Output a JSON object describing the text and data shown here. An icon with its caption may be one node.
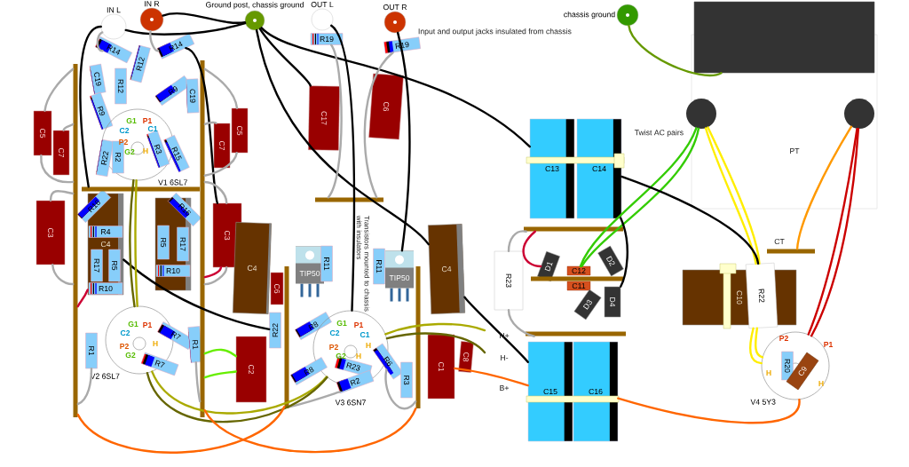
{
  "diagram": {
    "nodes": [
      {
        "text": [
          "IN L"
        ]
      },
      {
        "text": [
          "IN R"
        ]
      },
      {
        "text": [
          "Ground post, chassis ground"
        ]
      },
      {
        "text": [
          "OUT L"
        ]
      },
      {
        "text": [
          "OUT R"
        ]
      },
      {
        "text": [
          "chassis ground"
        ]
      },
      {
        "text": [],
        "shape": "box"
      },
      {
        "text": [],
        "shape": "circle"
      },
      {
        "text": [],
        "shape": "circle"
      },
      {
        "text": [
          "R14"
        ]
      },
      {
        "text": [
          "R14"
        ]
      },
      {
        "text": [
          "R19"
        ]
      },
      {
        "text": [
          "R19"
        ]
      },
      {
        "text": [
          "R12"
        ]
      },
      {
        "text": [
          "R12"
        ]
      },
      {
        "text": [
          "C19"
        ]
      },
      {
        "text": [
          "R9"
        ]
      },
      {
        "text": [
          "R9"
        ]
      },
      {
        "text": [
          "C19"
        ]
      },
      {
        "text": [
          "C5"
        ]
      },
      {
        "text": [
          "C7"
        ]
      },
      {
        "text": [
          "C7"
        ]
      },
      {
        "text": [
          "C5"
        ]
      },
      {
        "text": [
          "C17"
        ]
      },
      {
        "text": [
          "C6"
        ]
      },
      {
        "text": [
          "V1 6SL7"
        ]
      },
      {
        "text": [
          "R3"
        ],
        "in": 25
      },
      {
        "text": [
          "R15"
        ]
      },
      {
        "text": [
          "R22"
        ]
      },
      {
        "text": [
          "R2"
        ],
        "in": 25
      },
      {
        "text": [
          "C13"
        ]
      },
      {
        "text": [
          "C14"
        ]
      },
      {
        "text": [
          "C3"
        ]
      },
      {
        "text": [
          "C4"
        ]
      },
      {
        "text": [],
        "shape": "box"
      },
      {
        "text": [
          "R16"
        ]
      },
      {
        "text": [
          "R16"
        ]
      },
      {
        "text": [
          "R4"
        ],
        "in": 33
      },
      {
        "text": [
          "C3"
        ]
      },
      {
        "text": [
          "C4"
        ]
      },
      {
        "text": [
          "R17"
        ],
        "in": 33
      },
      {
        "text": [
          "R10"
        ],
        "in": 33
      },
      {
        "text": [
          "R5"
        ],
        "in": 33
      },
      {
        "text": [
          "R5"
        ],
        "in": 34
      },
      {
        "text": [
          "R10"
        ],
        "in": 34
      },
      {
        "text": [
          "R17"
        ],
        "in": 34
      },
      {
        "text": [
          "C6"
        ]
      },
      {
        "text": [
          "TIP50"
        ]
      },
      {
        "text": [
          "R11"
        ]
      },
      {
        "text": [
          "R11"
        ]
      },
      {
        "text": [
          "TIP50"
        ]
      },
      {
        "text": [
          "C4"
        ]
      },
      {
        "text": [
          "R23"
        ]
      },
      {
        "text": [
          "D1"
        ]
      },
      {
        "text": [
          "D2"
        ]
      },
      {
        "text": [
          "C12"
        ]
      },
      {
        "text": [
          "C11"
        ]
      },
      {
        "text": [
          "D3"
        ]
      },
      {
        "text": [
          "D4"
        ]
      },
      {
        "text": [
          "C10"
        ]
      },
      {
        "text": [
          "R22"
        ]
      },
      {
        "text": [
          "R22"
        ]
      },
      {
        "text": [
          "R8"
        ]
      },
      {
        "text": [
          "V2 6SL7"
        ]
      },
      {
        "text": [
          "R7"
        ]
      },
      {
        "text": [
          "R1"
        ]
      },
      {
        "text": [
          "R7"
        ]
      },
      {
        "text": [
          "R1"
        ]
      },
      {
        "text": [
          "C2"
        ]
      },
      {
        "text": [
          "V3 6SN7"
        ]
      },
      {
        "text": [
          "R8"
        ]
      },
      {
        "text": [
          "R23"
        ],
        "in": 69
      },
      {
        "text": [
          "R2"
        ]
      },
      {
        "text": [
          "R6"
        ]
      },
      {
        "text": [
          "R3"
        ]
      },
      {
        "text": [
          "C1"
        ]
      },
      {
        "text": [
          "C8"
        ]
      },
      {
        "text": [
          "C15"
        ]
      },
      {
        "text": [
          "C16"
        ]
      },
      {
        "text": [
          "V4 5Y3"
        ]
      },
      {
        "text": [
          "R20"
        ],
        "in": 79
      },
      {
        "text": [
          "C9"
        ],
        "in": 79
      },
      {
        "text": [],
        "shape": "bar"
      },
      {
        "text": [],
        "shape": "bar"
      },
      {
        "text": [],
        "shape": "bar"
      },
      {
        "text": [],
        "shape": "bar"
      },
      {
        "text": [],
        "shape": "bar"
      },
      {
        "text": [],
        "shape": "bar"
      },
      {
        "text": [],
        "shape": "bar"
      },
      {
        "text": [],
        "shape": "bar"
      },
      {
        "text": [],
        "shape": "bar"
      },
      {
        "text": [],
        "shape": "bar"
      }
    ],
    "edges": [
      {
        "from": 5,
        "to": 6,
        "arrow": "none",
        "color": "#669900"
      },
      {
        "from": 7,
        "to": 60,
        "arrow": "none",
        "color": "#ffee00"
      },
      {
        "from": 7,
        "to": 60,
        "arrow": "none",
        "color": "#ffee00"
      },
      {
        "from": 7,
        "to": 55,
        "arrow": "none",
        "color": "#33cc00"
      },
      {
        "from": 7,
        "to": 55,
        "arrow": "none",
        "color": "#33cc00"
      },
      {
        "from": 8,
        "to": 79,
        "arrow": "none",
        "color": "#cc0000"
      },
      {
        "from": 8,
        "to": 79,
        "arrow": "none",
        "color": "#cc0000"
      },
      {
        "from": 78,
        "to": 79,
        "arrow": "none",
        "color": "#ff6600"
      },
      {
        "from": 2,
        "to": 1,
        "arrow": "none",
        "color": "#000000"
      },
      {
        "from": 2,
        "to": 0,
        "arrow": "none",
        "color": "#000000"
      },
      {
        "from": 2,
        "to": 23,
        "arrow": "none",
        "color": "#000000"
      },
      {
        "from": 2,
        "to": 51,
        "arrow": "none",
        "color": "#000000"
      },
      {
        "from": 2,
        "to": 30,
        "arrow": "none",
        "color": "#000000"
      },
      {
        "from": 3,
        "to": 69,
        "arrow": "none",
        "color": "#000000"
      },
      {
        "from": 4,
        "to": 50,
        "arrow": "none",
        "color": "#000000"
      },
      {
        "from": 31,
        "to": 60,
        "arrow": "none",
        "color": "#000000"
      },
      {
        "from": 0,
        "to": 84,
        "arrow": "none",
        "color": "#000000"
      },
      {
        "from": 10,
        "to": 38,
        "arrow": "none",
        "color": "#000000"
      },
      {
        "from": 33,
        "to": 61,
        "arrow": "none",
        "color": "#000000"
      },
      {
        "from": 31,
        "to": 58,
        "arrow": "none",
        "color": "#000000"
      },
      {
        "from": 51,
        "to": 77,
        "arrow": "none",
        "color": "#000000"
      },
      {
        "from": 75,
        "to": 77,
        "arrow": "none",
        "color": "#ff6600"
      },
      {
        "from": 60,
        "to": 79,
        "arrow": "none",
        "color": "#ffee00"
      },
      {
        "from": 60,
        "to": 79,
        "arrow": "none",
        "color": "#ffee00"
      },
      {
        "from": 82,
        "to": 19,
        "arrow": "none"
      },
      {
        "from": 19,
        "to": 82,
        "arrow": "none"
      },
      {
        "from": 82,
        "to": 20,
        "arrow": "none"
      },
      {
        "from": 83,
        "to": 22,
        "arrow": "none"
      },
      {
        "from": 22,
        "to": 83,
        "arrow": "none"
      },
      {
        "from": 83,
        "to": 21,
        "arrow": "none"
      },
      {
        "from": 32,
        "to": 82,
        "arrow": "none"
      },
      {
        "from": 32,
        "to": 82,
        "arrow": "none"
      },
      {
        "from": 38,
        "to": 83,
        "arrow": "none"
      },
      {
        "from": 38,
        "to": 83,
        "arrow": "none"
      },
      {
        "from": 82,
        "to": 67,
        "arrow": "none"
      },
      {
        "from": 65,
        "to": 83,
        "arrow": "none"
      },
      {
        "from": 11,
        "to": 87,
        "arrow": "none"
      },
      {
        "from": 12,
        "to": 87,
        "arrow": "none"
      },
      {
        "from": 0,
        "to": 9,
        "arrow": "none"
      },
      {
        "from": 1,
        "to": 10,
        "arrow": "none"
      },
      {
        "from": 52,
        "to": 88,
        "arrow": "none"
      },
      {
        "from": 52,
        "to": 90,
        "arrow": "none"
      },
      {
        "from": 85,
        "to": 72,
        "arrow": "none"
      },
      {
        "from": 86,
        "to": 73,
        "arrow": "none"
      },
      {
        "from": 25,
        "to": 63,
        "arrow": "none",
        "color": "#aaaa00"
      },
      {
        "from": 25,
        "to": 63,
        "arrow": "none",
        "color": "#666600"
      },
      {
        "from": 63,
        "to": 69,
        "arrow": "none",
        "color": "#aaaa00"
      },
      {
        "from": 63,
        "to": 69,
        "arrow": "none",
        "color": "#666600"
      },
      {
        "from": 69,
        "to": null,
        "arrow": "none",
        "color": "#aaaa00"
      },
      {
        "from": 69,
        "to": null,
        "arrow": "none",
        "color": "#666600"
      },
      {
        "from": 83,
        "to": 68,
        "arrow": "none",
        "color": "#66ee00"
      },
      {
        "from": 83,
        "to": 68,
        "arrow": "none",
        "color": "#66ee00"
      },
      {
        "from": 8,
        "to": 91,
        "arrow": "none",
        "color": "#ff9900"
      },
      {
        "from": 82,
        "to": 33,
        "arrow": "none",
        "color": "#cc0033"
      },
      {
        "from": 83,
        "to": 38,
        "arrow": "none",
        "color": "#cc0033"
      },
      {
        "from": 88,
        "to": 53,
        "arrow": "none",
        "color": "#cc0033"
      },
      {
        "from": 82,
        "to": 85,
        "arrow": "none",
        "color": "#ff6600"
      },
      {
        "from": 83,
        "to": 86,
        "arrow": "none",
        "color": "#ff6600"
      }
    ],
    "labels": [
      "Input and output jacks insulated from chassis",
      "G1",
      "P1",
      "C2",
      "C1",
      "P2",
      "G2",
      "H",
      "Transistors mounted to chassis with insulators",
      "Twist AC pairs",
      "PT",
      "CT",
      "G1",
      "P1",
      "C2",
      "P2",
      "G2",
      "H",
      "G1",
      "P1",
      "C2",
      "C1",
      "P2",
      "G2",
      "H",
      "H",
      "H+",
      "H-",
      "B+",
      "P2",
      "P1",
      "H",
      "H"
    ]
  }
}
